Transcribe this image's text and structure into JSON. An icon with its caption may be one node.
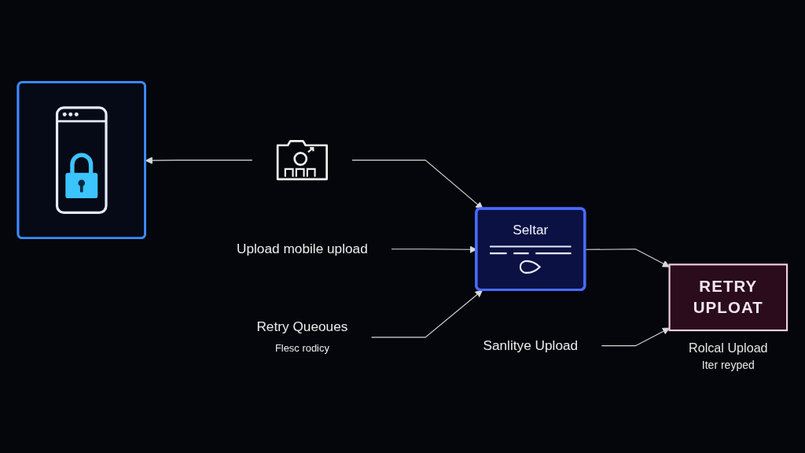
{
  "diagram": {
    "nodes": [
      {
        "text": [],
        "shape": "picture"
      },
      {
        "text": [],
        "shape": "picture"
      },
      {
        "text": [
          "Upload mobile upload"
        ]
      },
      {
        "text": [
          "Seltar"
        ]
      },
      {
        "text": [
          "Retry Queoues",
          "Flesc rodicy"
        ]
      },
      {
        "text": [
          "Sanlitye Upload"
        ]
      },
      {
        "text": [
          "RETRY UPLOAT"
        ],
        "beside": [
          "Rolcal Upload",
          "Iter reyped"
        ]
      }
    ],
    "edges": [
      {
        "from": 1,
        "to": 0,
        "arrow": "to"
      },
      {
        "from": 1,
        "to": 3,
        "arrow": "to"
      },
      {
        "from": 2,
        "to": 3,
        "arrow": "to"
      },
      {
        "from": 4,
        "to": 3,
        "arrow": "to"
      },
      {
        "from": 3,
        "to": 6,
        "arrow": "to"
      },
      {
        "from": 5,
        "to": 6,
        "arrow": "to"
      }
    ]
  }
}
